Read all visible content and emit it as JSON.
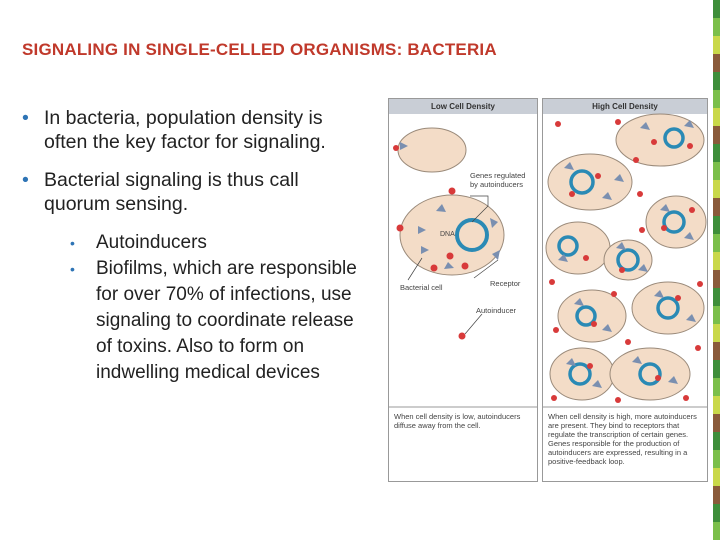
{
  "slide": {
    "title": "SIGNALING IN SINGLE-CELLED ORGANISMS: BACTERIA",
    "bullets": [
      {
        "text": "In bacteria, population density is often the key factor for signaling."
      },
      {
        "text": "Bacterial signaling is thus call quorum sensing."
      }
    ],
    "sub_bullets": [
      {
        "text": "Autoinducers"
      },
      {
        "text": "Biofilms, which are responsible for over 70% of infections, use signaling to coordinate release of toxins. Also to form on indwelling medical devices"
      }
    ]
  },
  "figure": {
    "low": {
      "header": "Low Cell Density",
      "label_genes": "Genes regulated by autoinducers",
      "label_dna": "DNA",
      "label_receptor": "Receptor",
      "label_cell": "Bacterial cell",
      "label_autoinducer": "Autoinducer",
      "caption": "When cell density is low, autoinducers diffuse away from the cell."
    },
    "high": {
      "header": "High Cell Density",
      "caption": "When cell density is high, more autoinducers are present. They bind to receptors that regulate the transcription of certain genes. Genes responsible for the production of autoinducers are expressed, resulting in a positive-feedback loop."
    },
    "colors": {
      "cell_fill": "#f3dcc7",
      "dna": "#2a8ab5",
      "autoinducer": "#d83a3a",
      "receptor": "#7a8fb0"
    }
  }
}
